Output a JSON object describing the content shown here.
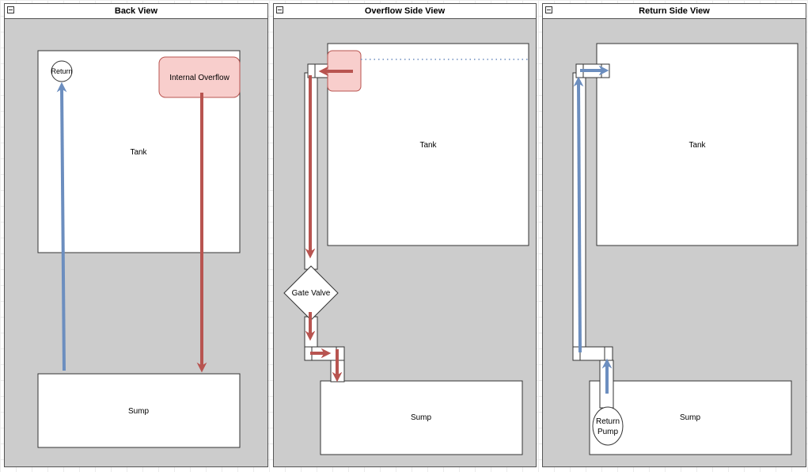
{
  "colors": {
    "flow_return": "#6c8ebf",
    "flow_overflow": "#b85450",
    "overflow_fill": "#f8cecc",
    "panel_bg": "#cccccc"
  },
  "panels": [
    {
      "title": "Back View",
      "labels": {
        "tank": "Tank",
        "sump": "Sump",
        "return": "Return",
        "overflow": "Internal Overflow"
      }
    },
    {
      "title": "Overflow Side  View",
      "labels": {
        "tank": "Tank",
        "sump": "Sump",
        "valve": "Gate Valve"
      }
    },
    {
      "title": "Return Side View",
      "labels": {
        "tank": "Tank",
        "sump": "Sump",
        "pump_line1": "Return",
        "pump_line2": "Pump"
      }
    }
  ]
}
